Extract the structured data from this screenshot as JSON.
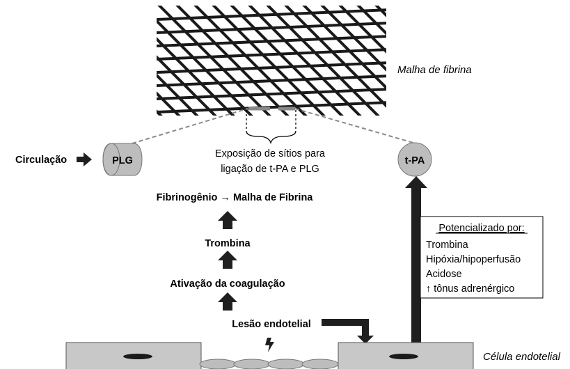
{
  "labels": {
    "fibrin_mesh": "Malha de fibrina",
    "exposure_line1": "Exposição de sítios para",
    "exposure_line2": "ligação de t-PA e PLG",
    "circulation": "Circulação",
    "plg": "PLG",
    "tpa": "t-PA",
    "fibrinogen_step": "Fibrinogênio → Malha de Fibrina",
    "thrombin": "Trombina",
    "coag_activation": "Ativação da coagulação",
    "endothelial_lesion": "Lesão endotelial",
    "endothelial_cell": "Célula endotelial"
  },
  "potentiators": {
    "title": "Potencializado por:",
    "items": [
      "Trombina",
      "Hipóxia/hipoperfusão",
      "Acidose",
      "↑ tônus adrenérgico"
    ]
  },
  "colors": {
    "mesh": "#1a1a1a",
    "arrow": "#1f1f1f",
    "node_fill": "#bdbdbd",
    "cell_fill": "#c8c8c8",
    "dashed": "#8a8a8a"
  }
}
